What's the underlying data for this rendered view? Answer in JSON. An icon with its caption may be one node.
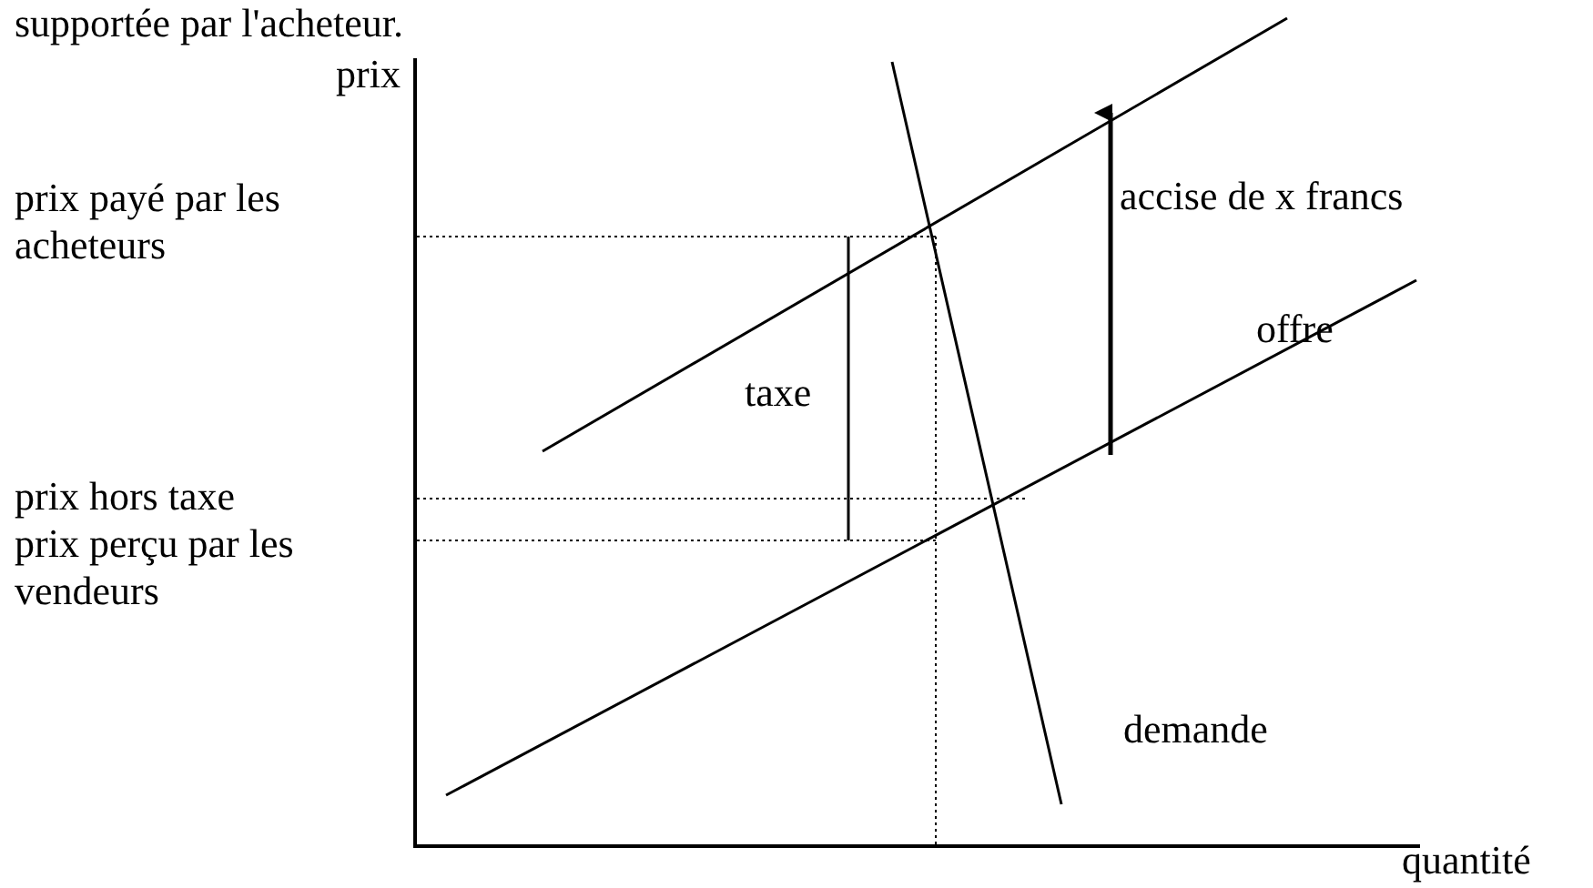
{
  "diagram": {
    "labels": [
      "supportée par l'acheteur.",
      "prix",
      "prix payé par les acheteurs",
      "accise de x francs",
      "taxe",
      "offre",
      "prix hors taxe",
      "prix perçu par les vendeurs",
      "demande",
      "quantité"
    ]
  }
}
